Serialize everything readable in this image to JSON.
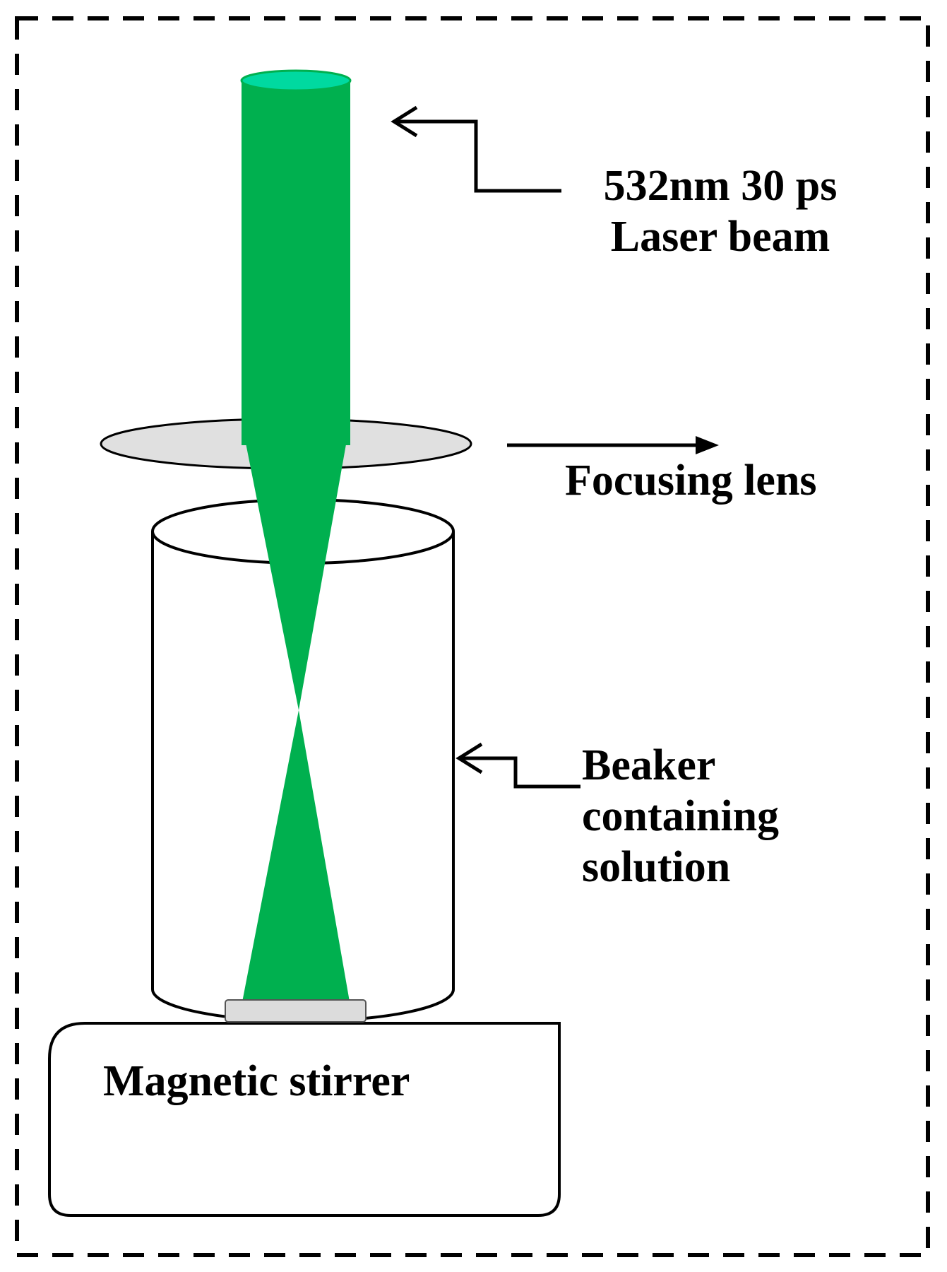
{
  "labels": {
    "laser_line1": "532nm 30 ps",
    "laser_line2": "Laser beam",
    "lens": "Focusing lens",
    "beaker_line1": "Beaker",
    "beaker_line2": "containing",
    "beaker_line3": "solution",
    "stirrer": "Magnetic stirrer"
  },
  "colors": {
    "beam": "#00b04f",
    "beam_top": "#00d9a0",
    "lens": "#e0e0e0",
    "stir_bar": "#dcdcdc",
    "outline": "#000000"
  }
}
